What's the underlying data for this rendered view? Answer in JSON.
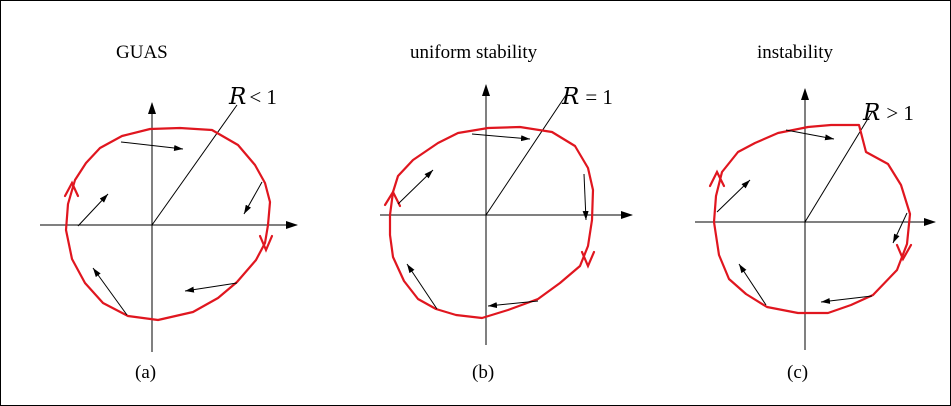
{
  "colors": {
    "orbit": "#e0161f",
    "axis": "#000000"
  },
  "panels": [
    {
      "id": "a",
      "title": "GUAS",
      "caption": "(a)",
      "radius_symbol": "R",
      "radius_relation": "< 1"
    },
    {
      "id": "b",
      "title": "uniform stability",
      "caption": "(b)",
      "radius_symbol": "R",
      "radius_relation": "= 1"
    },
    {
      "id": "c",
      "title": "instability",
      "caption": "(c)",
      "radius_symbol": "R",
      "radius_relation": "> 1"
    }
  ]
}
